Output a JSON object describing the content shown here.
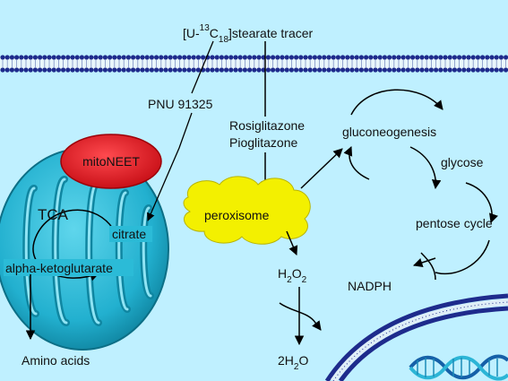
{
  "labels": {
    "tracer_prefix": "[U-",
    "tracer_sup": "13",
    "tracer_c": "C",
    "tracer_sub": "18",
    "tracer_suffix": "]stearate tracer",
    "pnu": "PNU 91325",
    "rosiglitazone": "Rosiglitazone",
    "pioglitazone": "Pioglitazone",
    "gluconeogenesis": "gluconeogenesis",
    "glycose": "glycose",
    "pentose_cycle": "pentose cycle",
    "nadph": "NADPH",
    "mitoneet": "mitoNEET",
    "tca": "TCA",
    "citrate": "citrate",
    "alpha_ketoglutarate": "alpha-ketoglutarate",
    "amino_acids": "Amino acids",
    "peroxisome": "peroxisome",
    "h2o2_h": "H",
    "h2o2_sub1": "2",
    "h2o2_o": "O",
    "h2o2_sub2": "2",
    "water_coef": "2H",
    "water_sub": "2",
    "water_o": "O"
  },
  "colors": {
    "background": "#bff0ff",
    "membrane_head": "#1e2b8c",
    "mitochondrion": "#27b6d2",
    "mitochondrion_dark": "#0f7f99",
    "mitoneet_fill": "#e8121b",
    "peroxisome_fill": "#f3f000",
    "dna_strand_1": "#1560a8",
    "dna_strand_2": "#2cb5d6"
  }
}
